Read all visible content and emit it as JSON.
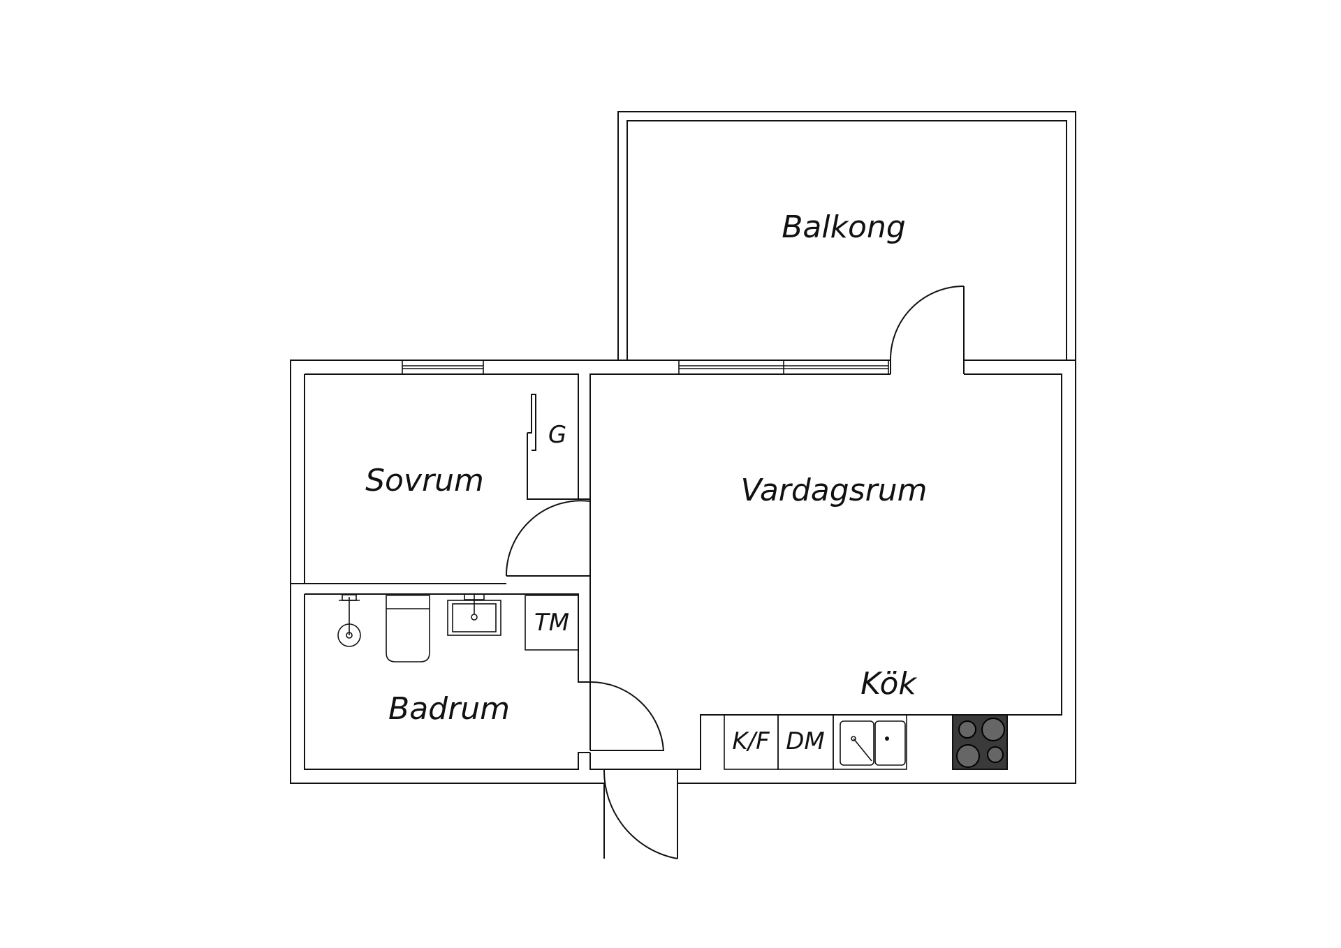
{
  "rooms": {
    "balcony": "Balkong",
    "bedroom": "Sovrum",
    "living_room": "Vardagsrum",
    "kitchen": "Kök",
    "bathroom": "Badrum"
  },
  "fixtures": {
    "wardrobe": "G",
    "washing_machine": "TM",
    "fridge_freezer": "K/F",
    "dishwasher": "DM"
  },
  "colors": {
    "line": "#111111",
    "background": "#ffffff",
    "stove": "#3a3a3a",
    "burner": "#666666"
  }
}
